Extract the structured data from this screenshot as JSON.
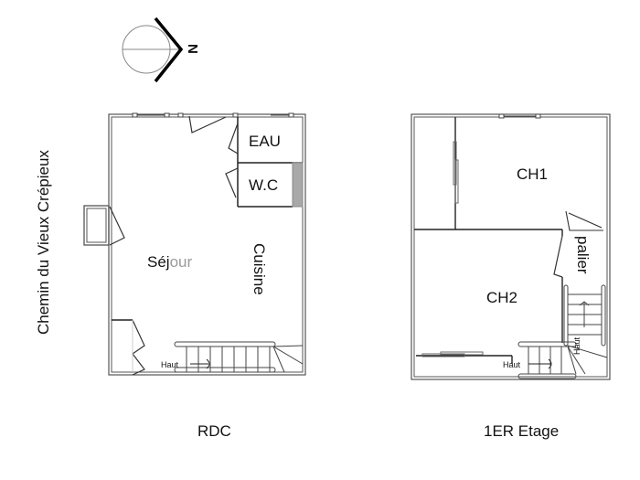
{
  "compass": {
    "north_label": "N"
  },
  "street": {
    "label": "Chemin du Vieux Crépieux"
  },
  "floors": [
    {
      "name": "RDC",
      "rooms": [
        {
          "label": "EAU"
        },
        {
          "label": "W.C"
        },
        {
          "label_dark": "Séj",
          "label_light": "our"
        },
        {
          "label": "Cuisine"
        }
      ],
      "stair_label": "Haut"
    },
    {
      "name": "1ER Etage",
      "rooms": [
        {
          "label": "CH1"
        },
        {
          "label": "CH2"
        },
        {
          "label": "palier"
        }
      ],
      "stair_label": "Haut",
      "stair_label_2": "Haut"
    }
  ],
  "colors": {
    "wall": "#555555",
    "line": "#222222",
    "fill_gray": "#a8a8a8",
    "light_text": "#9a9a9a"
  }
}
